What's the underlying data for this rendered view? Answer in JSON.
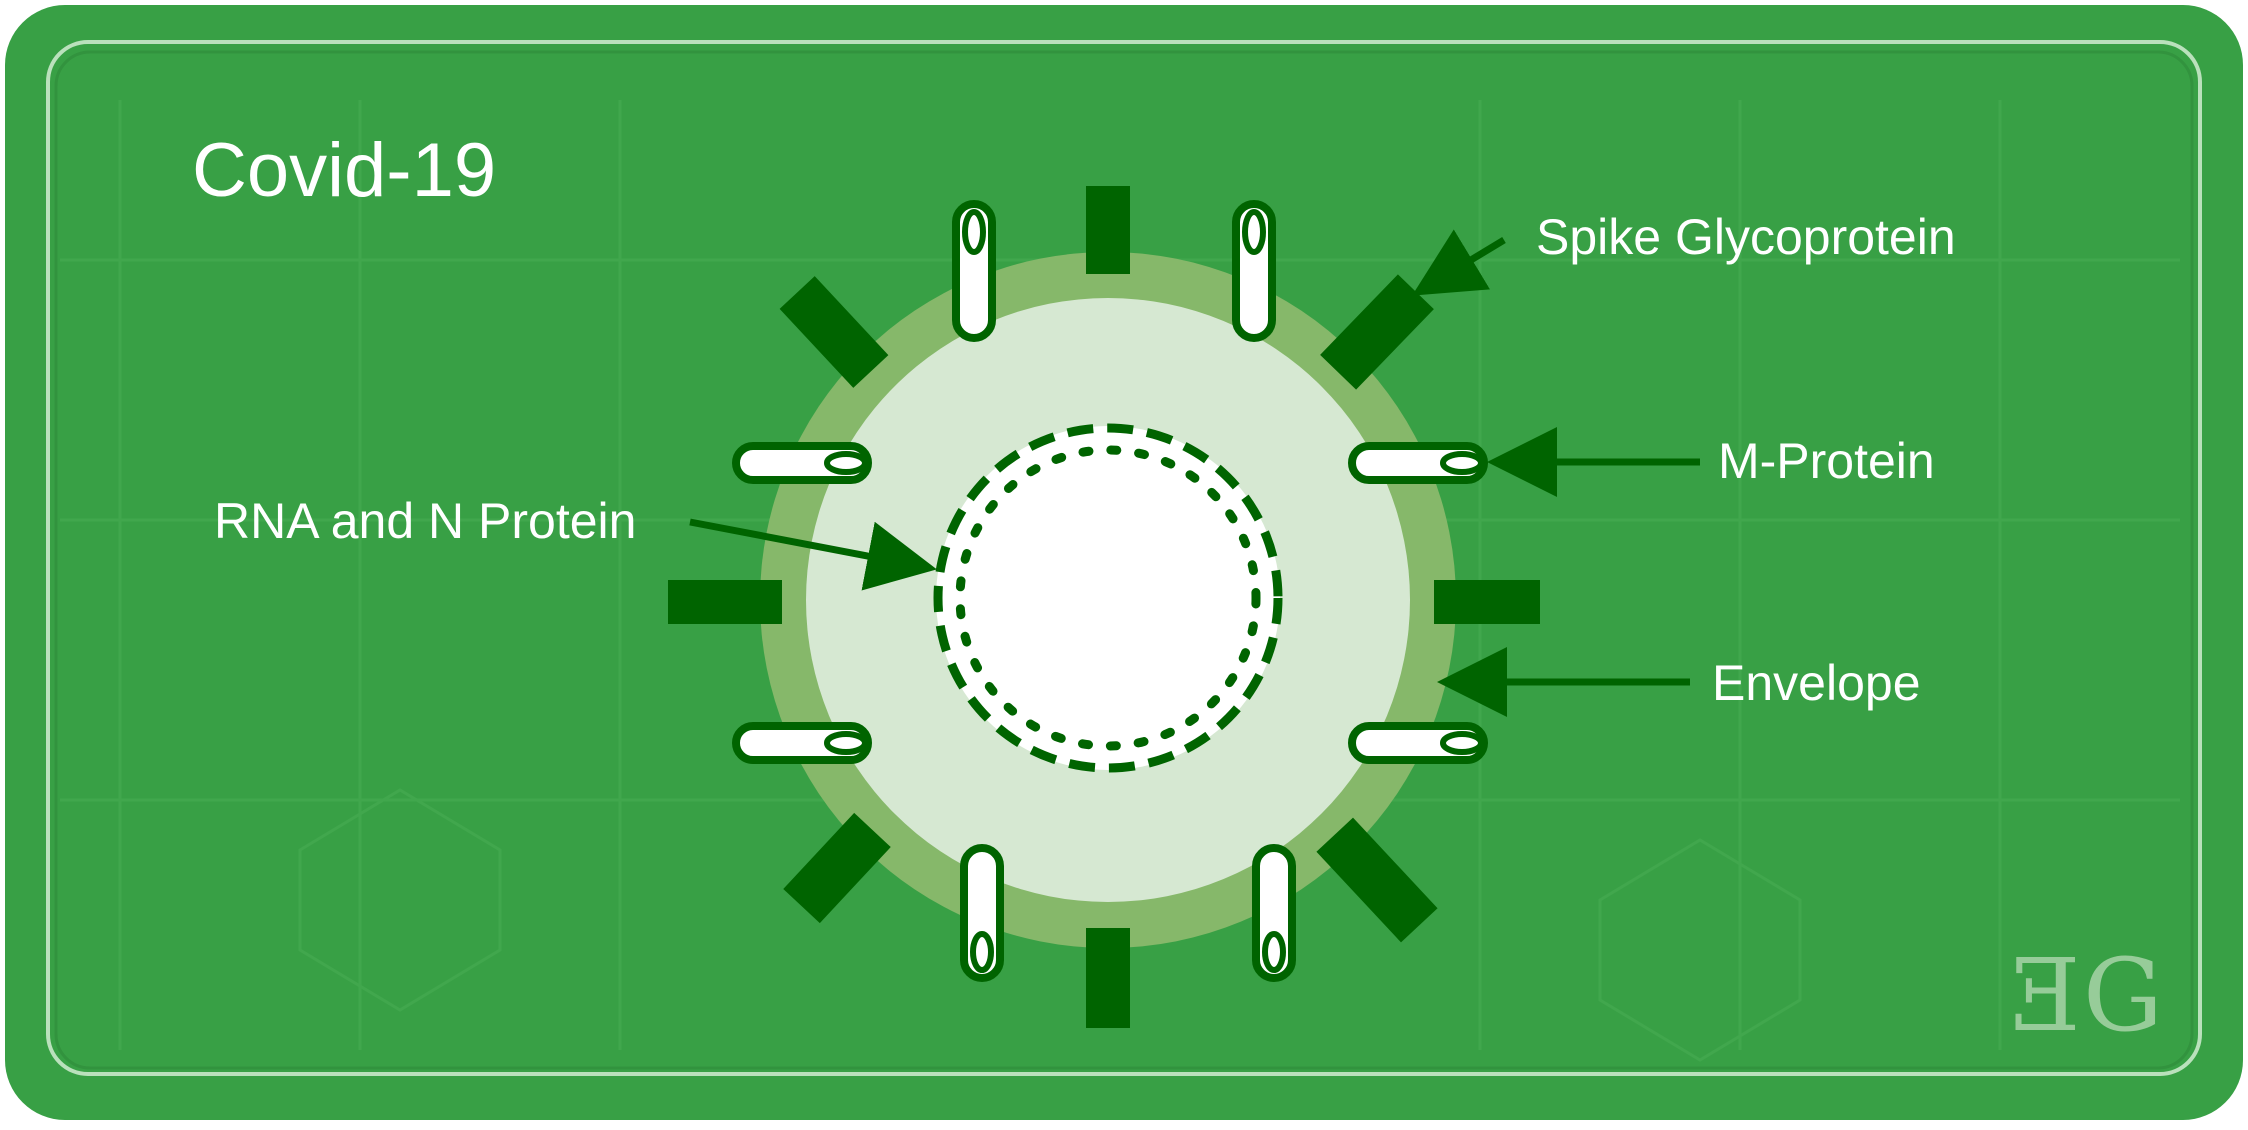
{
  "title": "Covid-19",
  "labels": {
    "spike": "Spike Glycoprotein",
    "m_protein": "M-Protein",
    "rna": "RNA and N Protein",
    "envelope": "Envelope"
  },
  "logo": {
    "text": "ƎG",
    "name": "GeeksforGeeks logo"
  },
  "colors": {
    "background": "#38a045",
    "envelope_ring": "#86b86a",
    "inner_body": "#d6e8d2",
    "core": "#ffffff",
    "protein_dark": "#006400",
    "label_text": "#ffffff"
  },
  "icons": [
    "virus-diagram-icon",
    "arrow-icon",
    "logo-icon"
  ]
}
